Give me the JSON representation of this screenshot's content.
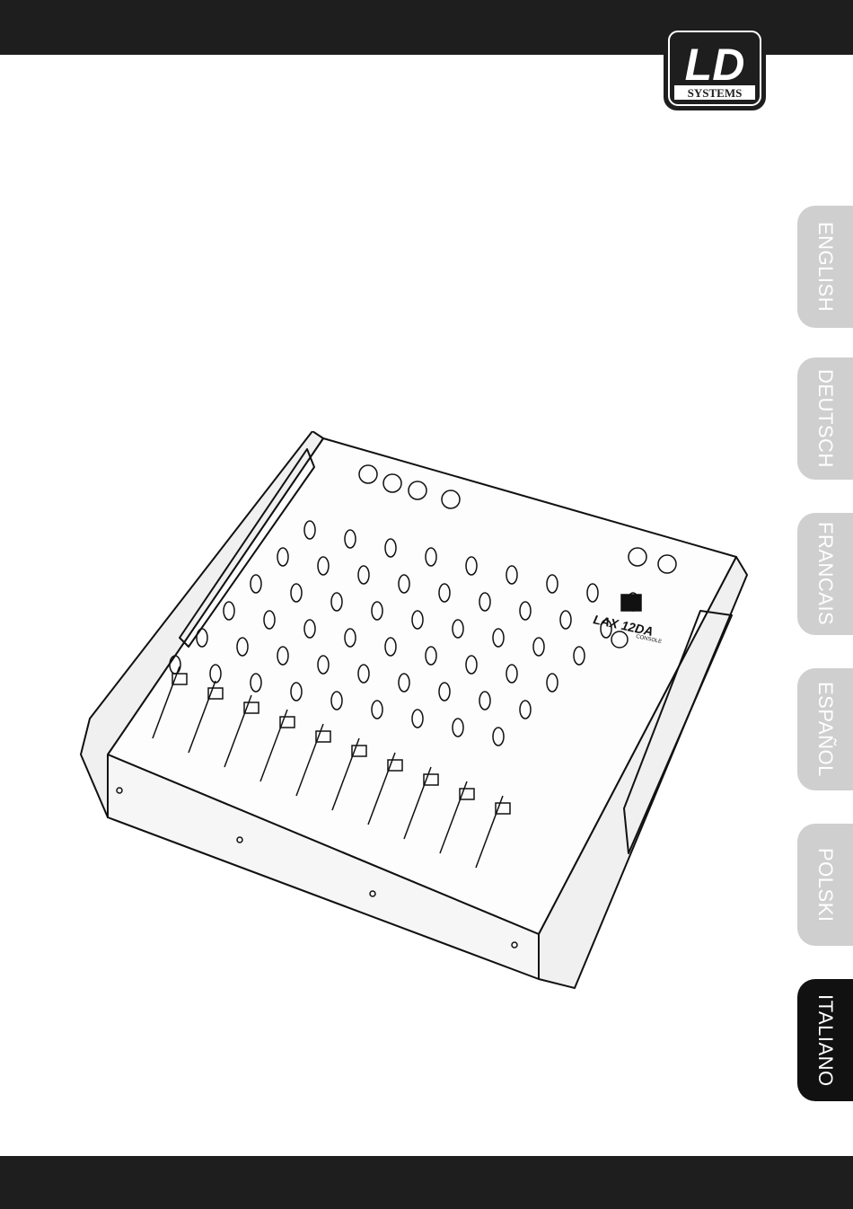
{
  "logo": {
    "main": "LD",
    "sub": "SYSTEMS"
  },
  "tabs": [
    {
      "label": "ENGLISH",
      "active": false
    },
    {
      "label": "DEUTSCH",
      "active": false
    },
    {
      "label": "FRANCAIS",
      "active": false
    },
    {
      "label": "ESPAÑOL",
      "active": false
    },
    {
      "label": "POLSKI",
      "active": false
    },
    {
      "label": "ITALIANO",
      "active": true
    }
  ],
  "product": {
    "model": "LAX 12DA",
    "sub": "CONSOLE",
    "brand": "LD"
  },
  "colors": {
    "bar": "#1e1e1e",
    "tab_inactive": "#cfcfcf",
    "tab_active": "#111111"
  }
}
